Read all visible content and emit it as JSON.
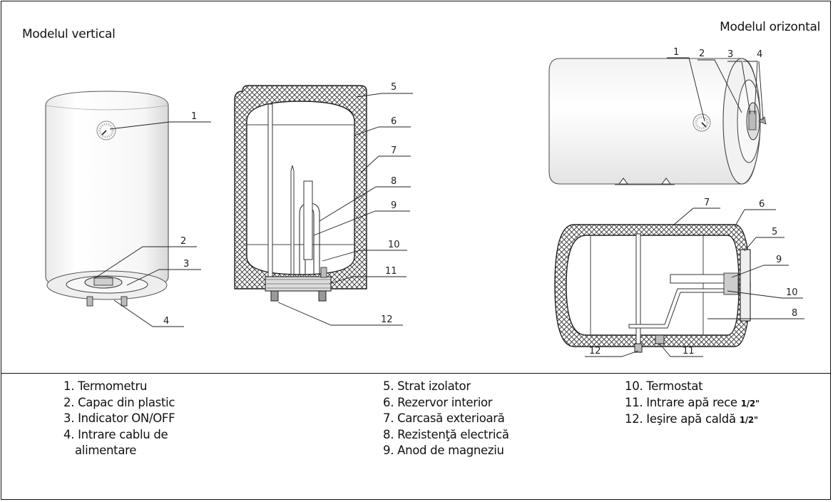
{
  "titles": {
    "vertical": "Modelul vertical",
    "horizontal": "Modelul orizontal"
  },
  "callouts": [
    "1",
    "2",
    "3",
    "4",
    "5",
    "6",
    "7",
    "8",
    "9",
    "10",
    "11",
    "12"
  ],
  "legend": {
    "col1": [
      {
        "text": "1. Termometru"
      },
      {
        "text": "2. Capac din plastic"
      },
      {
        "text": "3. Indicator ON/OFF"
      },
      {
        "text": "4. Intrare cablu de",
        "cont": "alimentare"
      }
    ],
    "col2": [
      {
        "text": "5. Strat izolator"
      },
      {
        "text": "6. Rezervor interior"
      },
      {
        "text": "7. Carcasă exterioară"
      },
      {
        "text": "8. Rezistenţă electrică"
      },
      {
        "text": "9. Anod de magneziu"
      }
    ],
    "col3": [
      {
        "text": "10. Termostat"
      },
      {
        "text": "11. Intrare apă rece ",
        "size": "1/2\""
      },
      {
        "text": "12. Ieşire apă caldă ",
        "size": "1/2\""
      }
    ]
  }
}
